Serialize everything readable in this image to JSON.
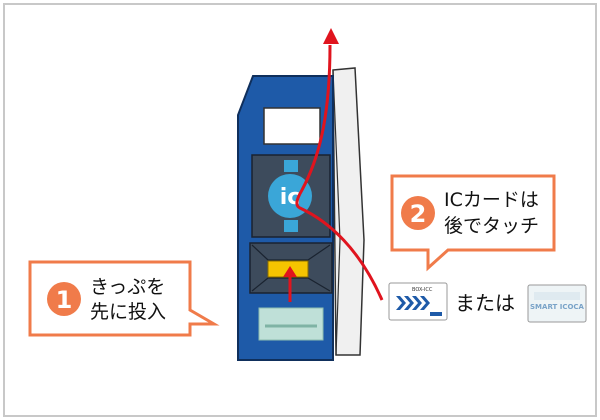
{
  "steps": [
    {
      "number": "1",
      "line1": "きっぷを",
      "line2": "先に投入"
    },
    {
      "number": "2",
      "line1": "ICカードは",
      "line2": "後でタッチ"
    }
  ],
  "ic_mark": "ic",
  "or_text": "または",
  "cards": {
    "left_label": "BOX-ICC",
    "right_logo": "SMART ICOCA"
  },
  "colors": {
    "gate_blue": "#1e5aa8",
    "accent_orange": "#f07b4a",
    "arrow_red": "#e0141e",
    "ticket_slot": "#f5c400"
  }
}
